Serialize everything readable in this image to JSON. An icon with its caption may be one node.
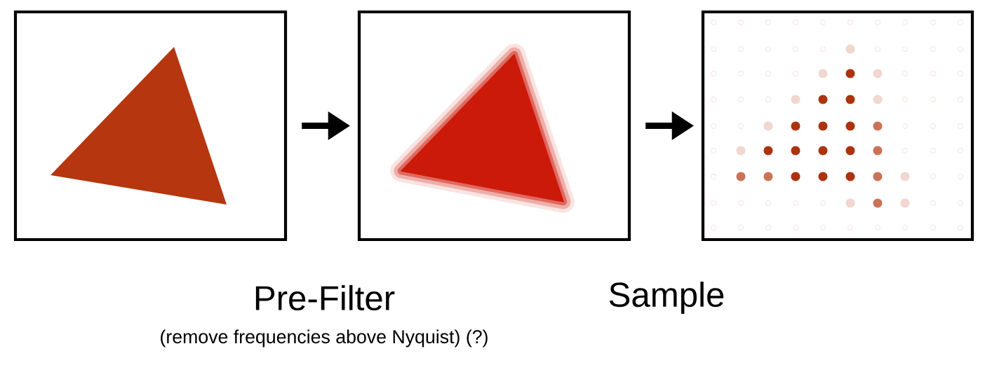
{
  "diagram": {
    "nodes": [
      {
        "text": [],
        "shape": "picture"
      },
      {
        "text": [],
        "shape": "picture"
      },
      {
        "text": [],
        "shape": "picture"
      }
    ],
    "edges": [
      {
        "from": 0,
        "to": 1,
        "arrow": "to"
      },
      {
        "from": 1,
        "to": 2,
        "arrow": "to"
      }
    ],
    "labels": [
      "Pre-Filter",
      "(remove frequencies above Nyquist) (?)",
      "Sample"
    ]
  }
}
